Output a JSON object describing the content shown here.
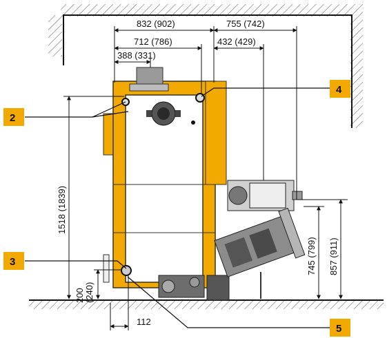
{
  "dimensions": {
    "top_width_832": "832 (902)",
    "top_width_712": "712 (786)",
    "top_width_388": "388 (331)",
    "right_width_755": "755 (742)",
    "right_width_432": "432 (429)",
    "height_1518": "1518 (1839)",
    "height_200": "200",
    "height_240": "(240)",
    "height_745": "745 (799)",
    "height_857": "857 (911)",
    "bottom_112": "112"
  },
  "callouts": [
    {
      "label": "2"
    },
    {
      "label": "3"
    },
    {
      "label": "4"
    },
    {
      "label": "5"
    }
  ],
  "colors": {
    "boiler_yellow": "#f2a900",
    "callout_box": "#f2a900",
    "burner_gray": "#8c8c8c",
    "dark_gray": "#3a3a3a",
    "line": "#111111"
  }
}
